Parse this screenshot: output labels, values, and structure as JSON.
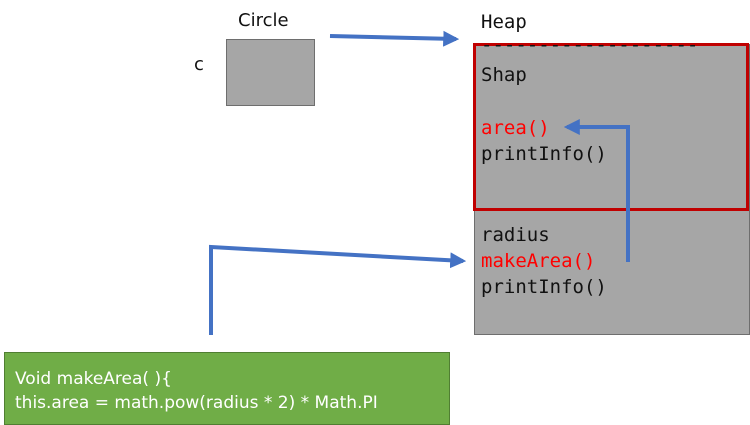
{
  "labels": {
    "circle": "Circle",
    "c": "c",
    "heap": "Heap"
  },
  "heap": {
    "separator": "-------------------",
    "parent_class": "Shap",
    "parent_members": [
      {
        "text": "area()",
        "color": "#ff0000"
      },
      {
        "text": "printInfo()",
        "color": "#111111"
      }
    ],
    "child_members": [
      {
        "text": "radius",
        "color": "#111111"
      },
      {
        "text": "makeArea()",
        "color": "#ff0000"
      },
      {
        "text": "printInfo()",
        "color": "#111111"
      }
    ]
  },
  "code": {
    "line1": "Void makeArea( ){",
    "line2": "this.area = math.pow(radius * 2) * Math.PI"
  },
  "colors": {
    "arrow": "#4472c4",
    "override_highlight": "#c00000",
    "object_fill": "#a6a6a6",
    "code_fill": "#70ad47"
  }
}
